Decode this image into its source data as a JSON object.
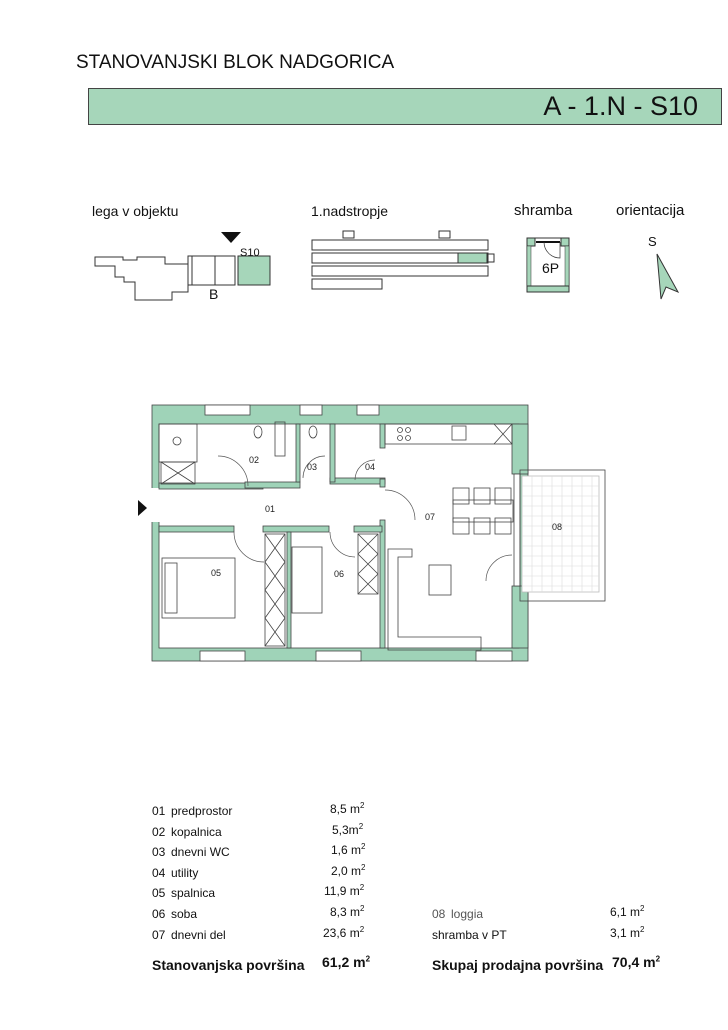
{
  "header": {
    "project": "STANOVANJSKI BLOK NADGORICA",
    "unit_code": "A - 1.N - S10"
  },
  "keys": {
    "location_label": "lega v objektu",
    "unit_tag": "S10",
    "block": "B",
    "floor_label": "1.nadstropje",
    "storage_label": "shramba",
    "storage_tag": "6P",
    "orientation_label": "orientacija",
    "orientation_dir": "S"
  },
  "rooms": [
    {
      "no": "01",
      "name": "predprostor",
      "area": "8,5 m",
      "unit_sup": "2"
    },
    {
      "no": "02",
      "name": "kopalnica",
      "area": "5,3m",
      "unit_sup": "2"
    },
    {
      "no": "03",
      "name": "dnevni WC",
      "area": "1,6 m",
      "unit_sup": "2"
    },
    {
      "no": "04",
      "name": "utility",
      "area": "2,0 m",
      "unit_sup": "2"
    },
    {
      "no": "05",
      "name": "spalnica",
      "area": "11,9 m",
      "unit_sup": "2"
    },
    {
      "no": "06",
      "name": "soba",
      "area": "8,3 m",
      "unit_sup": "2"
    },
    {
      "no": "07",
      "name": "dnevni del",
      "area": "23,6 m",
      "unit_sup": "2"
    },
    {
      "no": "08",
      "name": "loggia",
      "area": "6,1 m",
      "unit_sup": "2"
    }
  ],
  "extras": {
    "storage_label": "shramba  v PT",
    "storage_area": "3,1 m",
    "sup": "2"
  },
  "totals": {
    "living_label": "Stanovanjska površina",
    "living_area": "61,2 m",
    "sale_label": "Skupaj prodajna površina",
    "sale_area": "70,4 m",
    "sup": "2"
  },
  "colors": {
    "accent": "#a6d6ba",
    "wall": "#9fd3b8"
  }
}
